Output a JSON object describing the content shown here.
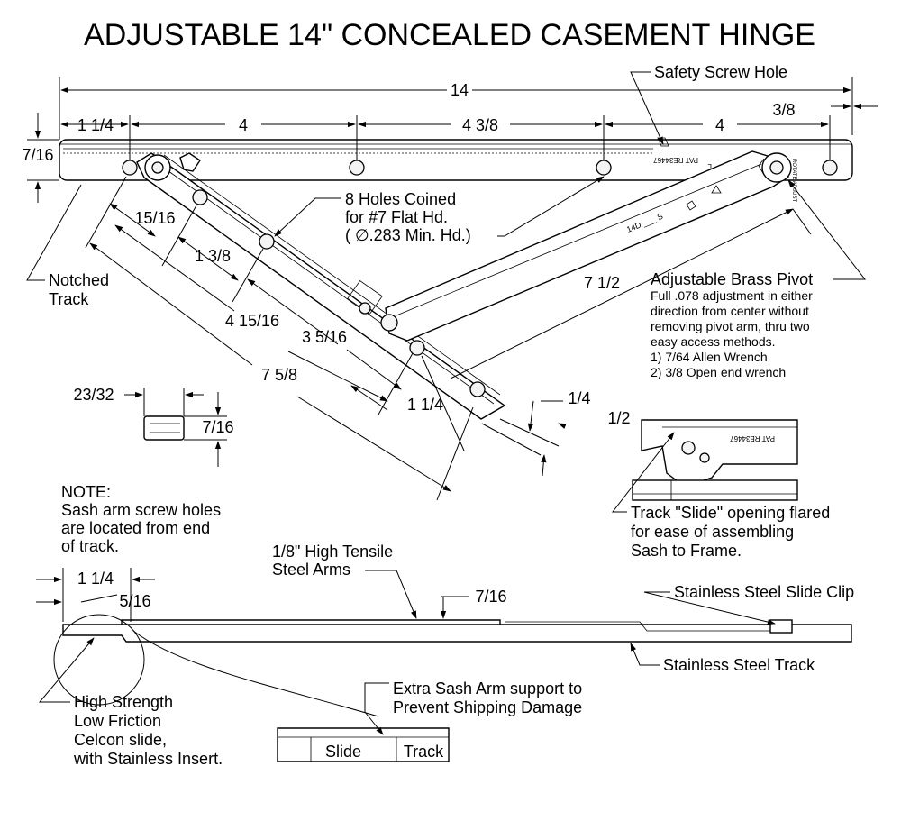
{
  "title": "ADJUSTABLE 14\" CONCEALED CASEMENT HINGE",
  "dimensions": {
    "overall": "14",
    "seg1": "1 1/4",
    "seg2": "4",
    "seg3": "4 3/8",
    "seg4": "4",
    "end": "3/8",
    "height": "7/16",
    "arm_15_16": "15/16",
    "arm_1_3_8": "1 3/8",
    "arm_4_15_16": "4 15/16",
    "arm_3_5_16": "3 5/16",
    "arm_7_5_8": "7 5/8",
    "arm_1_1_4": "1 1/4",
    "arm_1_4": "1/4",
    "arm_1_2": "1/2",
    "arm_7_1_2": "7 1/2",
    "clip_width": "23/32",
    "clip_height": "7/16",
    "side_1_1_4": "1 1/4",
    "side_5_16": "5/16",
    "side_7_16": "7/16"
  },
  "callouts": {
    "safety_screw_hole": "Safety Screw Hole",
    "holes_line1": "8 Holes Coined",
    "holes_line2": "for #7 Flat Hd.",
    "holes_line3": "( ∅.283 Min. Hd.)",
    "notched_line1": "Notched",
    "notched_line2": "Track",
    "pivot_title": "Adjustable Brass Pivot",
    "pivot_line1": "Full .078 adjustment in either",
    "pivot_line2": "direction from center without",
    "pivot_line3": "removing pivot arm, thru two",
    "pivot_line4": "easy access methods.",
    "pivot_line5": "1) 7/64 Allen Wrench",
    "pivot_line6": "2) 3/8 Open end wrench",
    "slide_line1": "Track \"Slide\" opening flared",
    "slide_line2": "for ease of assembling",
    "slide_line3": "Sash to Frame.",
    "note_line1": "NOTE:",
    "note_line2": "Sash arm screw holes",
    "note_line3": "are located from end",
    "note_line4": "of track.",
    "arms_line1": "1/8\" High Tensile",
    "arms_line2": "Steel Arms",
    "slide_clip": "Stainless Steel Slide Clip",
    "steel_track": "Stainless Steel Track",
    "extra_line1": "Extra Sash Arm support to",
    "extra_line2": "Prevent Shipping Damage",
    "celcon_line1": "High Strength",
    "celcon_line2": "Low Friction",
    "celcon_line3": "Celcon slide,",
    "celcon_line4": "with Stainless Insert.",
    "detail_slide": "Slide",
    "detail_track": "Track"
  },
  "part_marks": {
    "track_pat": "PAT RE34467",
    "track_l": "L",
    "arm_code": "14D ___ S",
    "detail_pat": "PAT RE34467",
    "pivot_stamp": "ROTATE\nADJUST\n1/4\nTURN\nCW\nORIGINAL\nPOSITION"
  }
}
